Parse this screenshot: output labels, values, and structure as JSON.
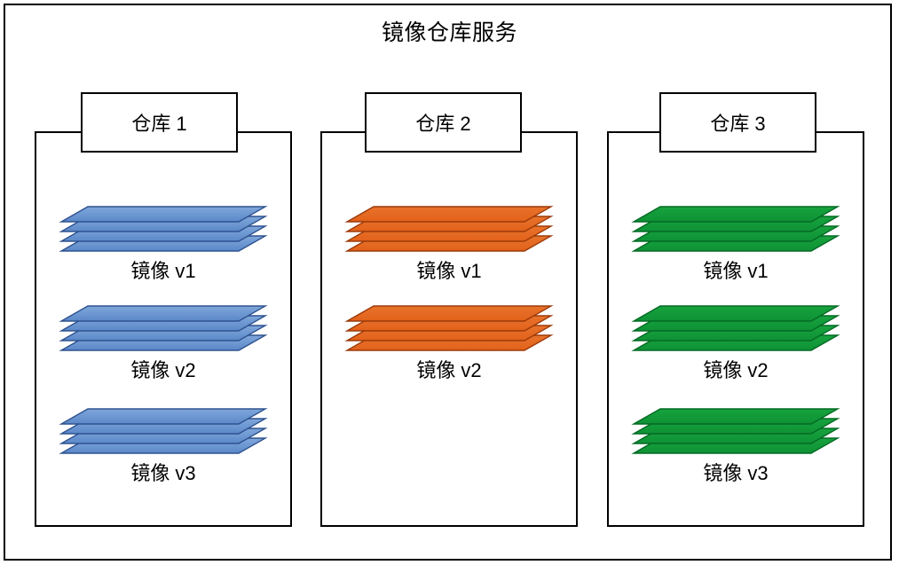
{
  "diagram": {
    "title": "镜像仓库服务",
    "frame_color": "#000000",
    "background": "#ffffff"
  },
  "repositories": [
    {
      "id": "repo-1",
      "label": "仓库 1",
      "accent_color": "#7FA7DB",
      "accent_color_dark": "#5B88C8",
      "accent_stroke": "#2F528F",
      "images": [
        {
          "caption": "镜像 v1",
          "layers": 4
        },
        {
          "caption": "镜像 v2",
          "layers": 4
        },
        {
          "caption": "镜像 v3",
          "layers": 4
        }
      ]
    },
    {
      "id": "repo-2",
      "label": "仓库 2",
      "accent_color": "#E8732C",
      "accent_color_dark": "#E2611A",
      "accent_stroke": "#9C3A0A",
      "images": [
        {
          "caption": "镜像 v1",
          "layers": 4
        },
        {
          "caption": "镜像 v2",
          "layers": 4
        }
      ]
    },
    {
      "id": "repo-3",
      "label": "仓库 3",
      "accent_color": "#17A33E",
      "accent_color_dark": "#0E9135",
      "accent_stroke": "#046A24",
      "images": [
        {
          "caption": "镜像 v1",
          "layers": 4
        },
        {
          "caption": "镜像 v2",
          "layers": 4
        },
        {
          "caption": "镜像 v3",
          "layers": 4
        }
      ]
    }
  ]
}
